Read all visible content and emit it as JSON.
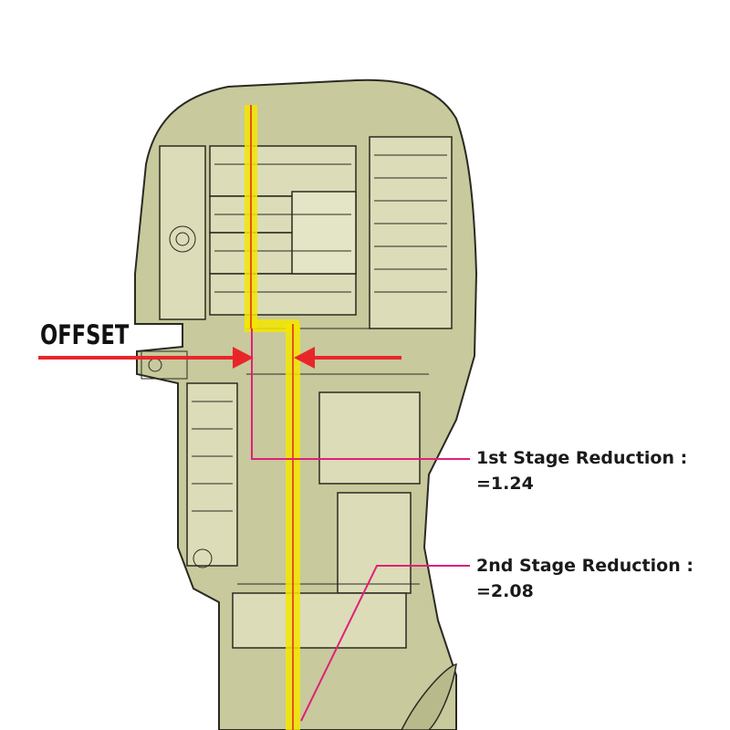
{
  "labels": {
    "offset": "OFFSET",
    "stage1_title": "1st Stage Reduction :",
    "stage1_value": "=1.24",
    "stage2_title": "2nd Stage Reduction :",
    "stage2_value": "=2.08"
  },
  "colors": {
    "body": "#c8c99c",
    "body_light": "#dcdcb8",
    "lines": "#2a2a22",
    "shaft": "#f3e600",
    "shaft_line": "#e8521c",
    "arrow": "#e8262a",
    "leader": "#e0207a"
  }
}
